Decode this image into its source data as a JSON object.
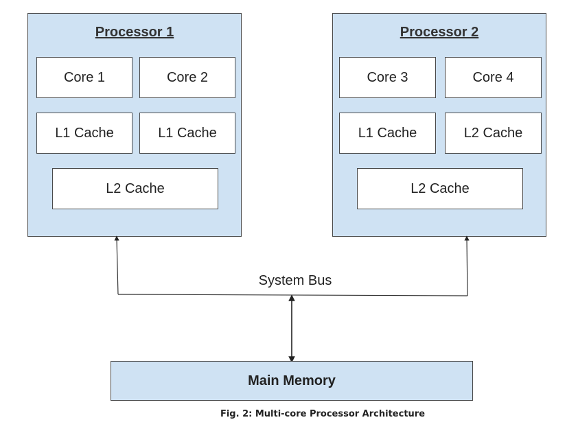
{
  "diagram": {
    "processors": [
      {
        "title": "Processor 1",
        "cores": [
          "Core 1",
          "Core 2"
        ],
        "caches_row": [
          "L1 Cache",
          "L1 Cache"
        ],
        "shared_cache": "L2 Cache"
      },
      {
        "title": "Processor 2",
        "cores": [
          "Core 3",
          "Core 4"
        ],
        "caches_row": [
          "L1 Cache",
          "L2 Cache"
        ],
        "shared_cache": "L2 Cache"
      }
    ],
    "bus_label": "System Bus",
    "memory_label": "Main Memory",
    "caption": "Fig. 2: Multi-core Processor Architecture",
    "colors": {
      "container_fill": "#cfe2f3",
      "box_fill": "#ffffff",
      "stroke": "#4a4a4a"
    }
  }
}
